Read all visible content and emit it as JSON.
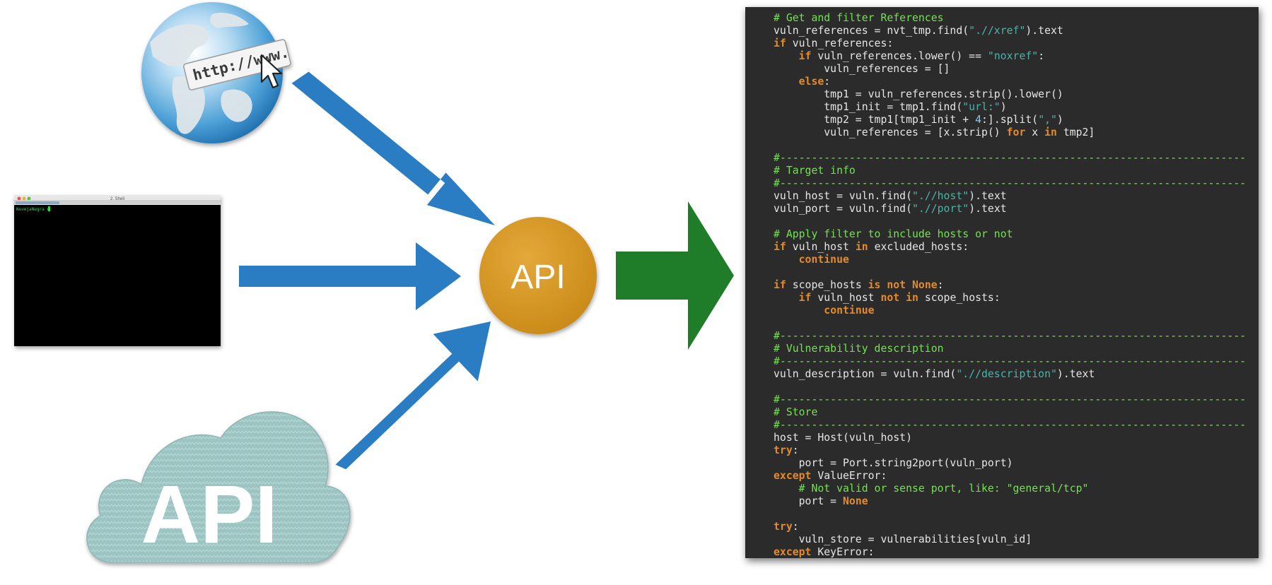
{
  "diagram": {
    "api_node_label": "API",
    "cloud_label": "API",
    "globe_address_text": "http://www.",
    "terminal": {
      "window_title": "2. Shell",
      "prompt_text": "NovejaNegra #"
    },
    "colors": {
      "input_arrows": "#2a7dc3",
      "output_arrow": "#1f7d2a",
      "api_node": "#d8961f",
      "cloud": "#9bc4c2",
      "code_background": "#2b2b2b",
      "code_comment": "#73e34d",
      "code_keyword": "#e38a2d",
      "code_string": "#4bb4a8"
    },
    "icons": [
      "globe-icon",
      "mouse-cursor-icon",
      "terminal-window-icon",
      "cloud-icon"
    ]
  },
  "code": {
    "lines": [
      [
        {
          "t": "# Get and filter References",
          "c": "comment"
        }
      ],
      [
        {
          "t": "vuln_references = nvt_tmp.find(",
          "c": "plain"
        },
        {
          "t": "\".//xref\"",
          "c": "string"
        },
        {
          "t": ").text",
          "c": "plain"
        }
      ],
      [
        {
          "t": "if",
          "c": "keyword"
        },
        {
          "t": " vuln_references:",
          "c": "plain"
        }
      ],
      [
        {
          "t": "    ",
          "c": "plain"
        },
        {
          "t": "if",
          "c": "keyword"
        },
        {
          "t": " vuln_references.lower() == ",
          "c": "plain"
        },
        {
          "t": "\"noxref\"",
          "c": "string"
        },
        {
          "t": ":",
          "c": "plain"
        }
      ],
      [
        {
          "t": "        vuln_references = []",
          "c": "plain"
        }
      ],
      [
        {
          "t": "    ",
          "c": "plain"
        },
        {
          "t": "else",
          "c": "keyword"
        },
        {
          "t": ":",
          "c": "plain"
        }
      ],
      [
        {
          "t": "        tmp1 = vuln_references.strip().lower()",
          "c": "plain"
        }
      ],
      [
        {
          "t": "        tmp1_init = tmp1.find(",
          "c": "plain"
        },
        {
          "t": "\"url:\"",
          "c": "string"
        },
        {
          "t": ")",
          "c": "plain"
        }
      ],
      [
        {
          "t": "        tmp2 = tmp1[tmp1_init + ",
          "c": "plain"
        },
        {
          "t": "4",
          "c": "number"
        },
        {
          "t": ":].split(",
          "c": "plain"
        },
        {
          "t": "\",\"",
          "c": "string"
        },
        {
          "t": ")",
          "c": "plain"
        }
      ],
      [
        {
          "t": "        vuln_references = [x.strip() ",
          "c": "plain"
        },
        {
          "t": "for",
          "c": "keyword"
        },
        {
          "t": " x ",
          "c": "plain"
        },
        {
          "t": "in",
          "c": "keyword"
        },
        {
          "t": " tmp2]",
          "c": "plain"
        }
      ],
      [],
      [
        {
          "t": "#--------------------------------------------------------------------------",
          "c": "comment"
        }
      ],
      [
        {
          "t": "# Target info",
          "c": "comment"
        }
      ],
      [
        {
          "t": "#--------------------------------------------------------------------------",
          "c": "comment"
        }
      ],
      [
        {
          "t": "vuln_host = vuln.find(",
          "c": "plain"
        },
        {
          "t": "\".//host\"",
          "c": "string"
        },
        {
          "t": ").text",
          "c": "plain"
        }
      ],
      [
        {
          "t": "vuln_port = vuln.find(",
          "c": "plain"
        },
        {
          "t": "\".//port\"",
          "c": "string"
        },
        {
          "t": ").text",
          "c": "plain"
        }
      ],
      [],
      [
        {
          "t": "# Apply filter to include hosts or not",
          "c": "comment"
        }
      ],
      [
        {
          "t": "if",
          "c": "keyword"
        },
        {
          "t": " vuln_host ",
          "c": "plain"
        },
        {
          "t": "in",
          "c": "keyword"
        },
        {
          "t": " excluded_hosts:",
          "c": "plain"
        }
      ],
      [
        {
          "t": "    ",
          "c": "plain"
        },
        {
          "t": "continue",
          "c": "keyword"
        }
      ],
      [],
      [
        {
          "t": "if",
          "c": "keyword"
        },
        {
          "t": " scope_hosts ",
          "c": "plain"
        },
        {
          "t": "is not None",
          "c": "keyword"
        },
        {
          "t": ":",
          "c": "plain"
        }
      ],
      [
        {
          "t": "    ",
          "c": "plain"
        },
        {
          "t": "if",
          "c": "keyword"
        },
        {
          "t": " vuln_host ",
          "c": "plain"
        },
        {
          "t": "not in",
          "c": "keyword"
        },
        {
          "t": " scope_hosts:",
          "c": "plain"
        }
      ],
      [
        {
          "t": "        ",
          "c": "plain"
        },
        {
          "t": "continue",
          "c": "keyword"
        }
      ],
      [],
      [
        {
          "t": "#--------------------------------------------------------------------------",
          "c": "comment"
        }
      ],
      [
        {
          "t": "# Vulnerability description",
          "c": "comment"
        }
      ],
      [
        {
          "t": "#--------------------------------------------------------------------------",
          "c": "comment"
        }
      ],
      [
        {
          "t": "vuln_description = vuln.find(",
          "c": "plain"
        },
        {
          "t": "\".//description\"",
          "c": "string"
        },
        {
          "t": ").text",
          "c": "plain"
        }
      ],
      [],
      [
        {
          "t": "#--------------------------------------------------------------------------",
          "c": "comment"
        }
      ],
      [
        {
          "t": "# Store",
          "c": "comment"
        }
      ],
      [
        {
          "t": "#--------------------------------------------------------------------------",
          "c": "comment"
        }
      ],
      [
        {
          "t": "host = Host(vuln_host)",
          "c": "plain"
        }
      ],
      [
        {
          "t": "try",
          "c": "keyword"
        },
        {
          "t": ":",
          "c": "plain"
        }
      ],
      [
        {
          "t": "    port = Port.string2port(vuln_port)",
          "c": "plain"
        }
      ],
      [
        {
          "t": "except",
          "c": "keyword"
        },
        {
          "t": " ValueError:",
          "c": "plain"
        }
      ],
      [
        {
          "t": "    ",
          "c": "plain"
        },
        {
          "t": "# Not valid or sense port, like: \"general/tcp\"",
          "c": "comment"
        }
      ],
      [
        {
          "t": "    port = ",
          "c": "plain"
        },
        {
          "t": "None",
          "c": "keyword"
        }
      ],
      [],
      [
        {
          "t": "try",
          "c": "keyword"
        },
        {
          "t": ":",
          "c": "plain"
        }
      ],
      [
        {
          "t": "    vuln_store = vulnerabilities[vuln_id]",
          "c": "plain"
        }
      ],
      [
        {
          "t": "except",
          "c": "keyword"
        },
        {
          "t": " KeyError:",
          "c": "plain"
        }
      ]
    ]
  }
}
